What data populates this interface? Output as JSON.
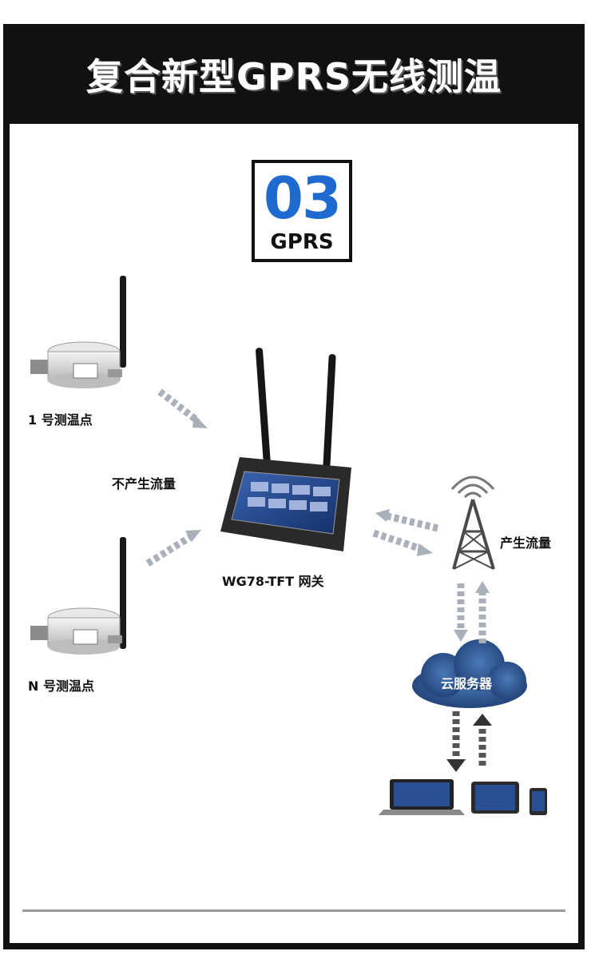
{
  "header": {
    "title": "复合新型GPRS无线测温"
  },
  "badge": {
    "number": "03",
    "label": "GPRS"
  },
  "labels": {
    "sensor_1": "1 号测温点",
    "sensor_n": "N 号测温点",
    "no_traffic": "不产生流量",
    "gateway": "WG78-TFT 网关",
    "traffic": "产生流量",
    "cloud": "云服务器"
  },
  "colors": {
    "frame": "#111111",
    "accent_blue": "#1e6ad0",
    "cloud_blue": "#2f5a9a",
    "arrow_gray": "#a9b0ba"
  }
}
